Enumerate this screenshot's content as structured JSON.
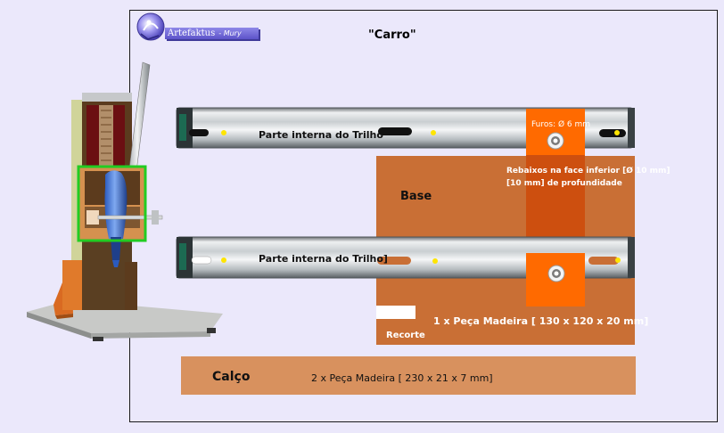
{
  "header": {
    "logo_text": "Artefaktus",
    "logo_sub": "- Mury"
  },
  "title": "\"Carro\"",
  "rails": {
    "top_label": "Parte interna do Trilho",
    "bottom_label": "Parte interna do Trilho]"
  },
  "base": {
    "label": "Base",
    "piece": "1 x Peça Madeira [ 130 x 120 x 20 mm]",
    "cutout": "Recorte"
  },
  "holes": {
    "label": "Furos: Ø 6 mm",
    "recess_line1": "Rebaixos na face inferior [Ø 10 mm]",
    "recess_line2": "[10 mm] de profundidade"
  },
  "shim": {
    "label": "Calço",
    "piece": "2 x Peça Madeira [ 230 x 21 x 7 mm]"
  },
  "colors": {
    "background": "#ebe8fb",
    "base_wood": "#c96f35",
    "shim_wood": "#d8915e",
    "carriage_strip": "#cd4f0f",
    "hole_plate": "#ff6a00",
    "highlight": "#22cc22"
  }
}
